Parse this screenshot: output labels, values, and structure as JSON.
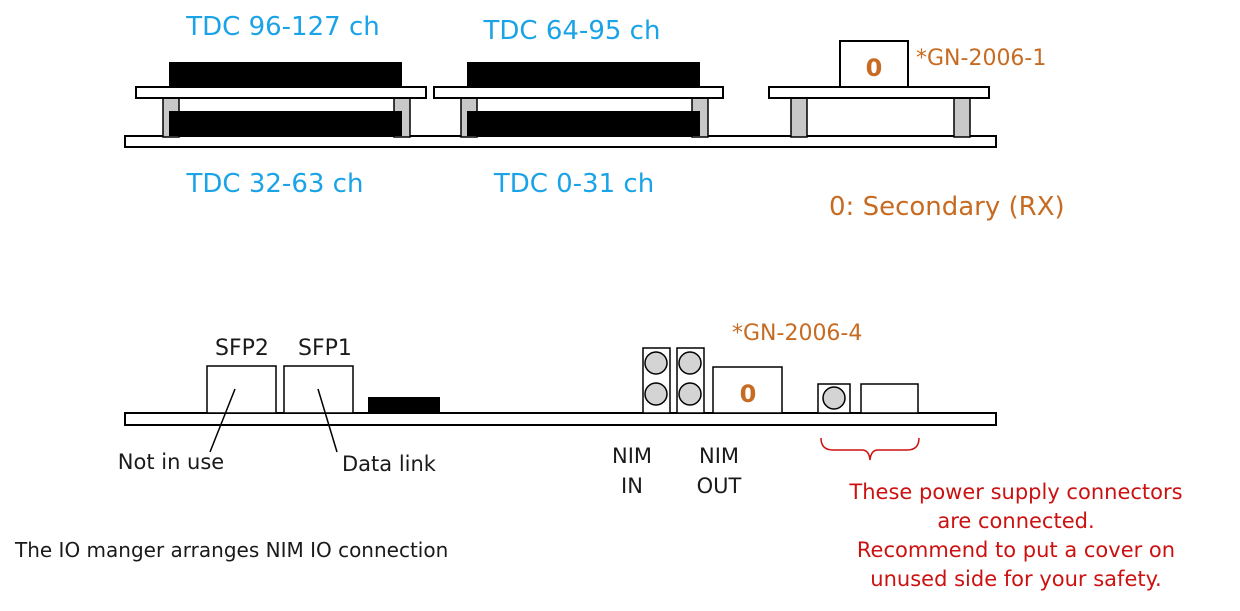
{
  "colors": {
    "tdc_label": "#1aa3e6",
    "brand_orange": "#c76b22",
    "warning_red": "#cc1111",
    "text_dark": "#1a1a1a",
    "board_stroke": "#000000",
    "standoff_fill": "#c8c8c8",
    "connector_fill": "#000000",
    "nim_fill": "#d4d4d4"
  },
  "top_view": {
    "tdc_96_127": "TDC 96-127 ch",
    "tdc_64_95": "TDC 64-95 ch",
    "tdc_32_63": "TDC 32-63 ch",
    "tdc_0_31": "TDC 0-31 ch",
    "switch_value": "0",
    "module_label": "*GN-2006-1",
    "switch_legend": "0: Secondary (RX)"
  },
  "bottom_view": {
    "sfp2_label": "SFP2",
    "sfp1_label": "SFP1",
    "sfp2_note": "Not in use",
    "sfp1_note": "Data link",
    "module_label": "*GN-2006-4",
    "switch_value": "0",
    "nim_in_line1": "NIM",
    "nim_in_line2": "IN",
    "nim_out_line1": "NIM",
    "nim_out_line2": "OUT",
    "power_note_line1": "These power supply connectors",
    "power_note_line2": "are connected.",
    "power_note_line3": "Recommend to put a cover on",
    "power_note_line4": "unused side for your safety.",
    "io_note": "The IO manger arranges NIM IO connection"
  }
}
